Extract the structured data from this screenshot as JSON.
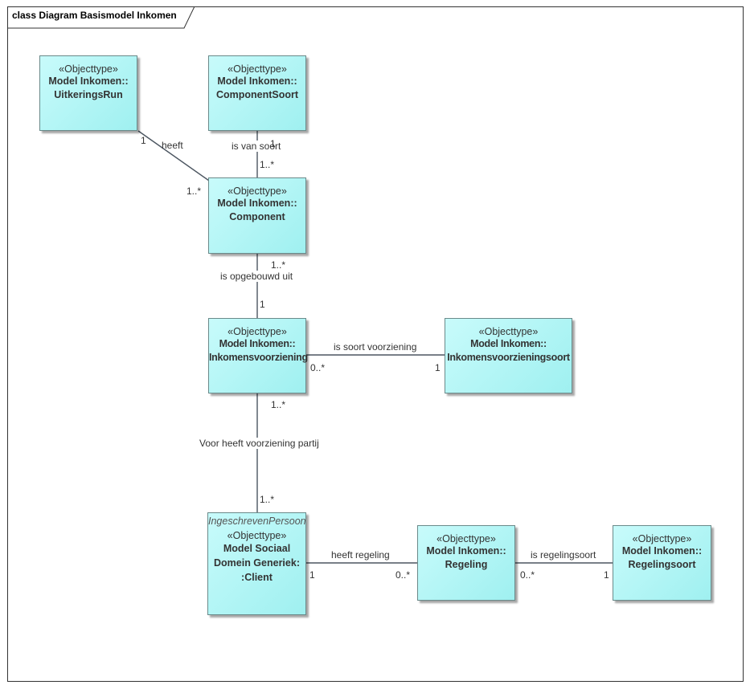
{
  "diagram": {
    "title": "class Diagram Basismodel Inkomen"
  },
  "classes": {
    "uitkeringsrun": {
      "stereotype": "«Objecttype»",
      "name": "Model Inkomen::\nUitkeringsRun"
    },
    "componentsoort": {
      "stereotype": "«Objecttype»",
      "name": "Model Inkomen::\nComponentSoort"
    },
    "component": {
      "stereotype": "«Objecttype»",
      "name": "Model Inkomen::\nComponent"
    },
    "inkomensvoorziening": {
      "stereotype": "«Objecttype»",
      "name": "Model Inkomen::\nInkomensvoorziening"
    },
    "inkomensvoorzieningsoort": {
      "stereotype": "«Objecttype»",
      "name": "Model Inkomen::\nInkomensvoorzieningsoort"
    },
    "client": {
      "role": "IngeschrevenPersoon",
      "stereotype": "«Objecttype»",
      "name": "Model Sociaal\nDomein Generiek:\n:Client"
    },
    "regeling": {
      "stereotype": "«Objecttype»",
      "name": "Model Inkomen::\nRegeling"
    },
    "regelingsoort": {
      "stereotype": "«Objecttype»",
      "name": "Model Inkomen::\nRegelingsoort"
    }
  },
  "associations": {
    "heeft": {
      "label": "heeft",
      "source_mult": "1",
      "target_mult": "1..*"
    },
    "is_van_soort": {
      "label": "is van soort",
      "source_mult": "1",
      "target_mult": "1..*"
    },
    "opgebouwd": {
      "label": "is opgebouwd uit",
      "source_mult": "1..*",
      "target_mult": "1"
    },
    "soort_voorz": {
      "label": "is soort voorziening",
      "source_mult": "0..*",
      "target_mult": "1"
    },
    "voorz_partij": {
      "label": "Voor heeft voorziening partij",
      "source_mult": "1..*",
      "target_mult": "1..*"
    },
    "heeft_regeling": {
      "label": "heeft regeling",
      "source_mult": "1",
      "target_mult": "0..*"
    },
    "regelingsoort": {
      "label": "is regelingsoort",
      "source_mult": "0..*",
      "target_mult": "1"
    }
  },
  "colors": {
    "class_fill": "#aef3f3",
    "line": "#4b5560"
  }
}
